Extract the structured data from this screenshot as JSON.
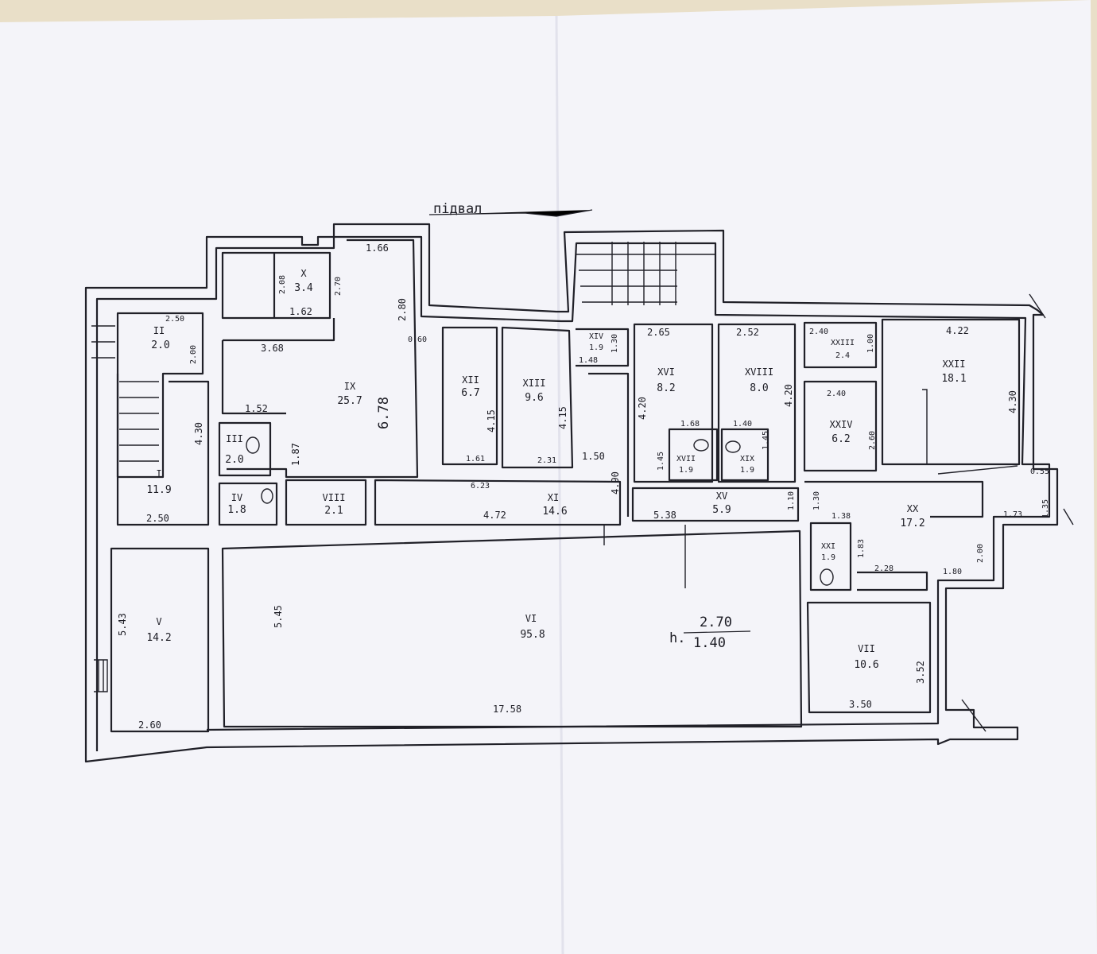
{
  "colors": {
    "paper": "#f4f4f9",
    "ink": "#202028",
    "table": "#e9dfc8"
  },
  "plan": {
    "title": "підвал",
    "height_num": "2.70",
    "height_den": "1.40",
    "height_prefix": "h.",
    "rooms": [
      {
        "num": "I",
        "area": "11.9"
      },
      {
        "num": "II",
        "area": "2.0"
      },
      {
        "num": "III",
        "area": "2.0"
      },
      {
        "num": "IV",
        "area": "1.8"
      },
      {
        "num": "V",
        "area": "14.2"
      },
      {
        "num": "VI",
        "area": "95.8"
      },
      {
        "num": "VII",
        "area": "10.6"
      },
      {
        "num": "VIII",
        "area": "2.1"
      },
      {
        "num": "IX",
        "area": "25.7"
      },
      {
        "num": "X",
        "area": "3.4"
      },
      {
        "num": "XI",
        "area": "14.6"
      },
      {
        "num": "XII",
        "area": "6.7"
      },
      {
        "num": "XIII",
        "area": "9.6"
      },
      {
        "num": "XIV",
        "area": "1.9"
      },
      {
        "num": "XV",
        "area": "5.9"
      },
      {
        "num": "XVI",
        "area": "8.2"
      },
      {
        "num": "XVII",
        "area": "1.9"
      },
      {
        "num": "XVIII",
        "area": "8.0"
      },
      {
        "num": "XIX",
        "area": "1.9"
      },
      {
        "num": "XX",
        "area": "17.2"
      },
      {
        "num": "XXI",
        "area": "1.9"
      },
      {
        "num": "XXII",
        "area": "18.1"
      },
      {
        "num": "XXIII",
        "area": "2.4"
      },
      {
        "num": "XXIV",
        "area": "6.2"
      }
    ],
    "dimensions": [
      "1.66",
      "2.08",
      "2.70",
      "1.62",
      "2.80",
      "3.68",
      "0.60",
      "1.52",
      "6.78",
      "1.87",
      "2.50",
      "2.00",
      "4.30",
      "2.50",
      "5.43",
      "2.60",
      "5.45",
      "17.58",
      "6.23",
      "1.61",
      "2.31",
      "4.15",
      "4.15",
      "4.72",
      "1.48",
      "1.30",
      "1.50",
      "4.90",
      "2.65",
      "4.20",
      "1.68",
      "1.40",
      "1.45",
      "1.45",
      "2.52",
      "4.20",
      "5.38",
      "1.10",
      "1.30",
      "2.40",
      "1.00",
      "2.40",
      "2.60",
      "4.22",
      "4.30",
      "0.55",
      "1.35",
      "1.73",
      "1.38",
      "1.83",
      "2.28",
      "1.80",
      "2.00",
      "3.52",
      "3.50"
    ]
  }
}
